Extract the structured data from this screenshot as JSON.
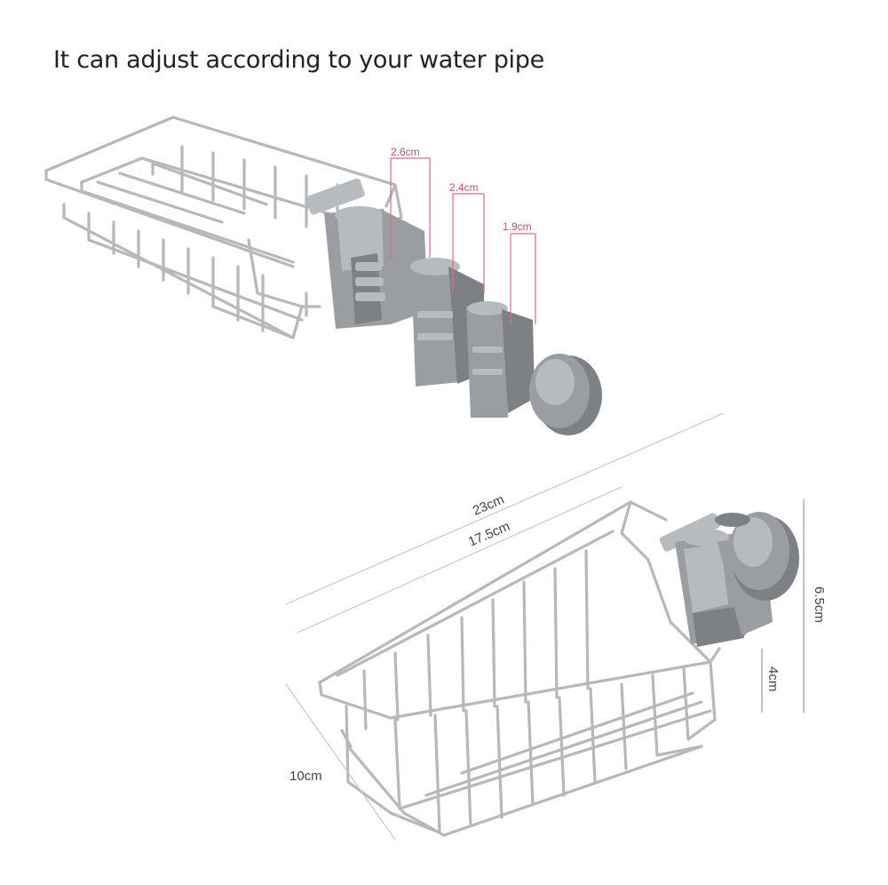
{
  "heading": "It can adjust according to your water pipe",
  "pipe_sizes": {
    "large": "2.6cm",
    "medium": "2.4cm",
    "small": "1.9cm"
  },
  "dimensions": {
    "total_length": "23cm",
    "basket_length": "17.5cm",
    "width": "10cm",
    "total_height": "6.5cm",
    "basket_height": "4cm"
  }
}
